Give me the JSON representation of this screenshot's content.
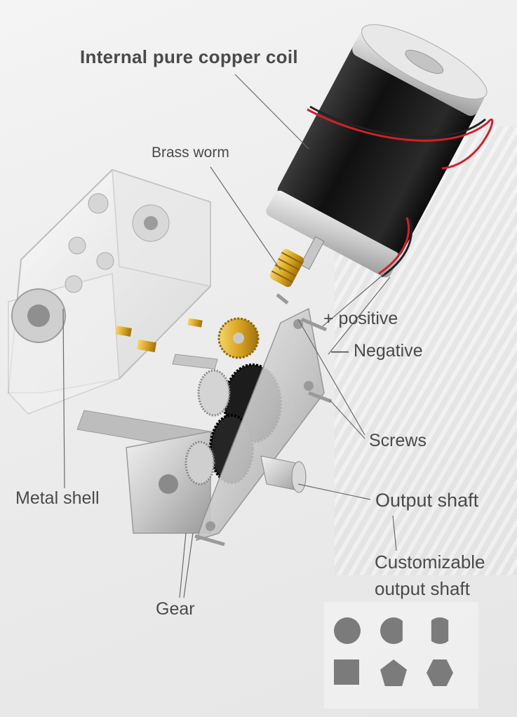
{
  "labels": {
    "title": "Internal pure copper coil",
    "brass_worm": "Brass worm",
    "positive": "+ positive",
    "negative": "— Negative",
    "screws": "Screws",
    "metal_shell": "Metal shell",
    "output_shaft": "Output shaft",
    "customizable_line1": "Customizable",
    "customizable_line2": "output shaft",
    "gear": "Gear"
  },
  "shaft_shapes": [
    "round",
    "d-cut",
    "double-d",
    "square",
    "pentagon",
    "hexagon"
  ],
  "colors": {
    "text": "#4a4a4a",
    "motor_body": "#1e1e1e",
    "brass": "#d9a521",
    "wire_red": "#d0202a",
    "shape_fill": "#7b7b7b"
  }
}
